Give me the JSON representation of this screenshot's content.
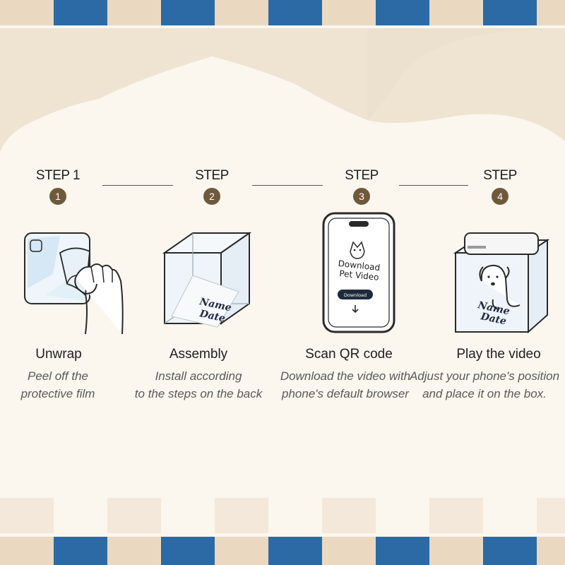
{
  "colors": {
    "checker_blue": "#2c6aa6",
    "checker_beige": "#ead9c0",
    "background": "#fbf6ee",
    "step_badge": "#6e5a3a"
  },
  "steps": [
    {
      "label": "STEP 1",
      "number": "1",
      "title": "Unwrap",
      "description": "Peel off the\nprotective film",
      "icon": "film-peel-icon"
    },
    {
      "label": "STEP",
      "number": "2",
      "title": "Assembly",
      "description": "Install according\nto the steps on the back",
      "icon": "acrylic-cube-icon"
    },
    {
      "label": "STEP",
      "number": "3",
      "title": "Scan QR code",
      "description": "Download the video with\nphone's default browser",
      "icon": "smartphone-icon"
    },
    {
      "label": "STEP",
      "number": "4",
      "title": "Play the video",
      "description": "Adjust your phone's position\nand place it on the box.",
      "icon": "cube-with-phone-icon"
    }
  ],
  "illustrations": {
    "cube_name": "Name",
    "cube_date": "Date",
    "phone_line1": "Download",
    "phone_line2": "Pet Video",
    "phone_button": "Download"
  }
}
